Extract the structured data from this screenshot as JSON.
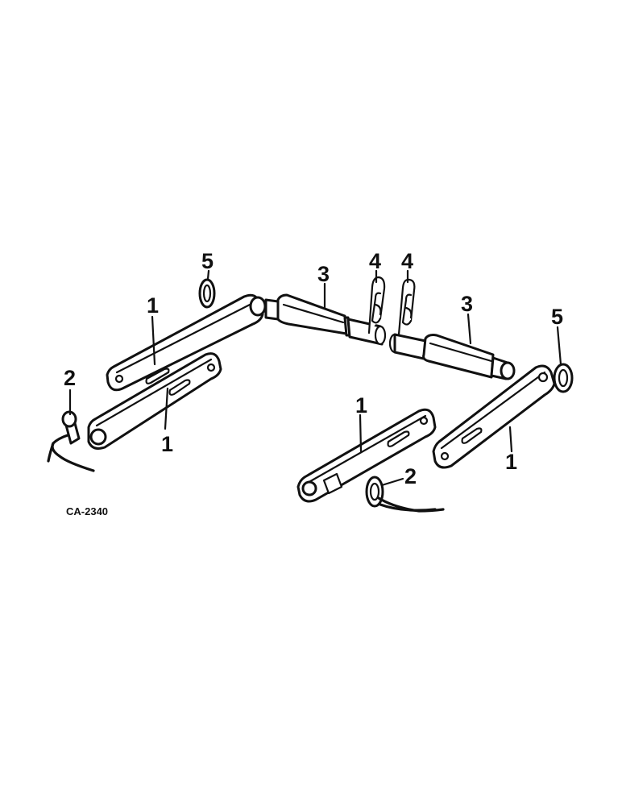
{
  "figure_code": "CA-2340",
  "callouts": {
    "c1a": "1",
    "c1b": "1",
    "c1c": "1",
    "c1d": "1",
    "c2a": "2",
    "c2b": "2",
    "c3a": "3",
    "c3b": "3",
    "c4a": "4",
    "c4b": "4",
    "c5a": "5",
    "c5b": "5"
  }
}
